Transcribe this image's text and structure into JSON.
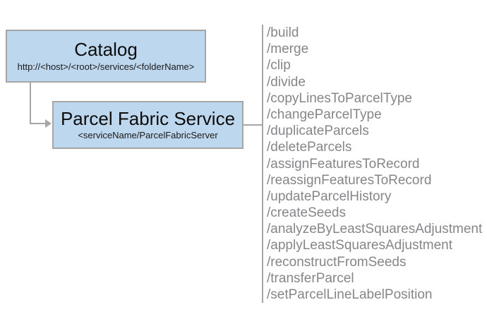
{
  "diagram": {
    "catalog_node": {
      "title": "Catalog",
      "subtitle": "http://<host>/<root>/services/<folderName>"
    },
    "service_node": {
      "title": "Parcel Fabric Service",
      "subtitle": "<serviceName/ParcelFabricServer"
    },
    "endpoints": [
      "/build",
      "/merge",
      "/clip",
      "/divide",
      "/copyLinesToParcelType",
      "/changeParcelType",
      "/duplicateParcels",
      "/deleteParcels",
      "/assignFeaturesToRecord",
      "/reassignFeaturesToRecord",
      "/updateParcelHistory",
      "/createSeeds",
      "/analyzeByLeastSquaresAdjustment",
      "/applyLeastSquaresAdjustment",
      "/reconstructFromSeeds",
      "/transferParcel",
      "/setParcelLineLabelPosition"
    ],
    "colors": {
      "node_fill": "#bdd7ee",
      "node_border": "#a6a6a6",
      "connector": "#a6a6a6",
      "endpoint_text": "#848689",
      "title_text": "#0d0d0d",
      "background": "#ffffff"
    }
  }
}
